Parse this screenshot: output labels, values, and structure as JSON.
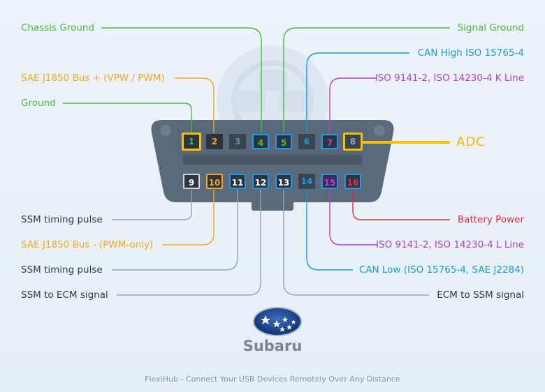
{
  "labels": {
    "chassis_ground": "Chassis Ground",
    "signal_ground": "Signal Ground",
    "can_high": "CAN High ISO 15765-4",
    "sae_bus_plus": "SAE J1850 Bus + (VPW / PWM)",
    "iso_k_line": "ISO 9141-2, ISO 14230-4 K Line",
    "ground": "Ground",
    "adc": "ADC",
    "ssm_timing_pulse_1": "SSM timing pulse",
    "sae_bus_minus": "SAE J1850 Bus - (PWM-only)",
    "ssm_timing_pulse_2": "SSM timing pulse",
    "ssm_to_ecm": "SSM to ECM signal",
    "battery_power": "Battery Power",
    "iso_l_line": "ISO 9141-2, ISO 14230-4 L Line",
    "can_low": "CAN Low (ISO 15765-4, SAE J2284)",
    "ecm_to_ssm": "ECM to SSM signal"
  },
  "pins": {
    "p1": "1",
    "p2": "2",
    "p3": "3",
    "p4": "4",
    "p5": "5",
    "p6": "6",
    "p7": "7",
    "p8": "8",
    "p9": "9",
    "p10": "10",
    "p11": "11",
    "p12": "12",
    "p13": "13",
    "p14": "14",
    "p15": "15",
    "p16": "16"
  },
  "brand": {
    "name": "Subaru"
  },
  "footer": {
    "text": "FlexiHub - Connect Your USB Devices Remotely Over Any Distance"
  },
  "colors": {
    "green": "#4cbb3c",
    "orange": "#f5a623",
    "cyan": "#1a9ad6",
    "purple": "#b040d0",
    "red": "#e02a45",
    "grey": "#9aa4b0",
    "yellow": "#f4c200",
    "connector": "#5a6878",
    "blue_box": "#1e9be6"
  }
}
